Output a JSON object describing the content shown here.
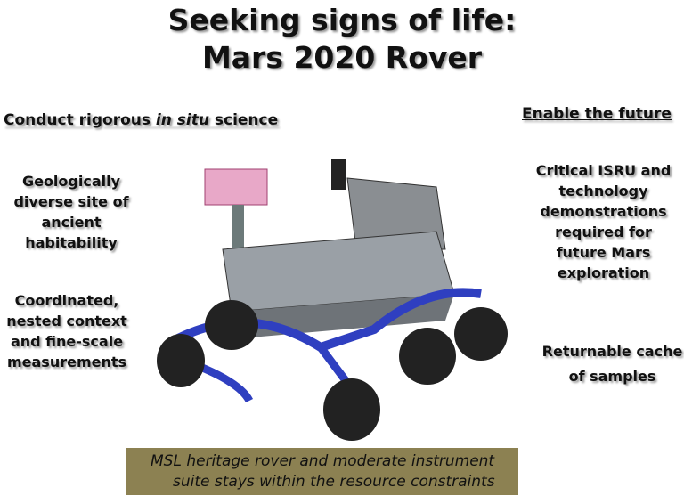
{
  "title": {
    "line1": "Seeking signs of life:",
    "line2": "Mars 2020 Rover"
  },
  "left": {
    "heading_pre": "Conduct rigorous ",
    "heading_italic": "in situ",
    "heading_post": " science",
    "item1": [
      "Geologically",
      "diverse site of",
      "ancient",
      "habitability"
    ],
    "item2": [
      "Coordinated,",
      "nested context",
      "and fine-scale",
      "measurements"
    ]
  },
  "right": {
    "heading": "Enable the future",
    "item1": [
      "Critical ISRU and",
      "technology",
      "demonstrations",
      "required for",
      "future Mars",
      "exploration"
    ],
    "item2": [
      "Returnable cache",
      "of samples"
    ]
  },
  "banner": {
    "line1": "MSL heritage rover and moderate instrument",
    "line2": "suite stays within the resource constraints",
    "color": "#8c8152"
  }
}
